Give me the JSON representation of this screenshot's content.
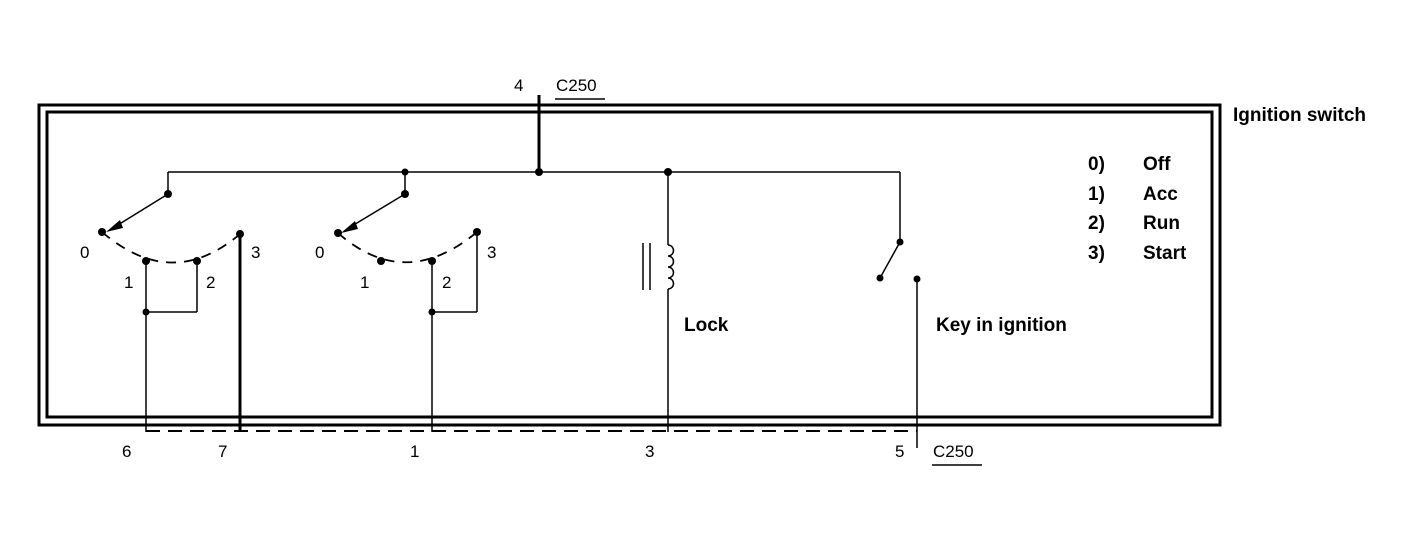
{
  "title": "Ignition switch",
  "connector": "C250",
  "top_pin": "4",
  "bottom_pins": [
    "6",
    "7",
    "1",
    "3",
    "5"
  ],
  "switch1": {
    "positions": [
      "0",
      "1",
      "2",
      "3"
    ]
  },
  "switch2": {
    "positions": [
      "0",
      "1",
      "2",
      "3"
    ]
  },
  "lock_label": "Lock",
  "key_label": "Key in ignition",
  "legend": [
    {
      "num": "0)",
      "name": "Off"
    },
    {
      "num": "1)",
      "name": "Acc"
    },
    {
      "num": "2)",
      "name": "Run"
    },
    {
      "num": "3)",
      "name": "Start"
    }
  ]
}
